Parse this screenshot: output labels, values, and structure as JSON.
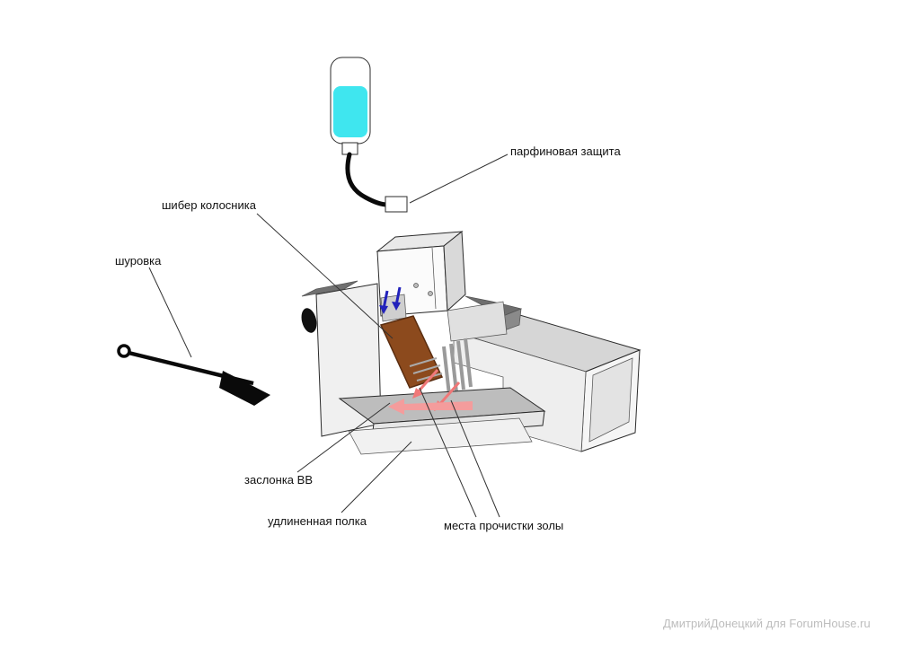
{
  "diagram": {
    "labels": {
      "paraffin_protection": "парфиновая защита",
      "grate_damper": "шибер колосника",
      "poker": "шуровка",
      "secondary_air_damper": "заслонка ВВ",
      "extended_shelf": "удлиненная полка",
      "ash_cleaning_spots": "места прочистки золы"
    },
    "watermark": "ДмитрийДонецкий для ForumHouse.ru",
    "colors": {
      "liquid": "#3FE6EF",
      "hose": "#0a0a0a",
      "damper_plate": "#8C4A1D",
      "damper_edge": "#5A2D10",
      "arrow_blue": "#2222BB",
      "arrow_red": "#F07878",
      "strip_pink": "#F49C9C",
      "poker": "#0a0a0a",
      "watermark_color": "#BDBDBD"
    }
  }
}
